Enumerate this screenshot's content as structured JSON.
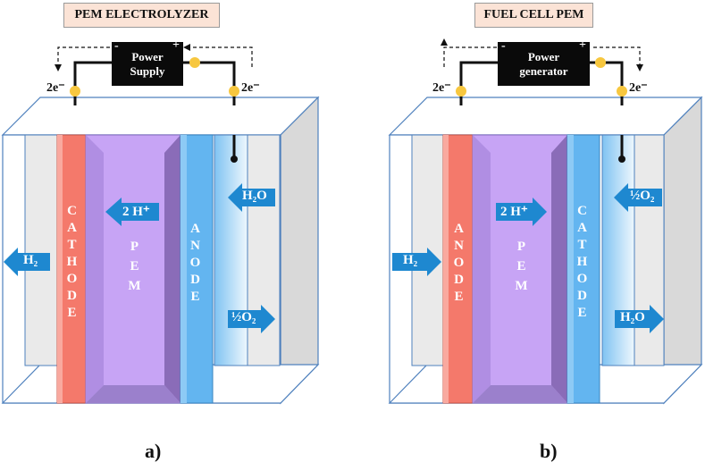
{
  "panel_a": {
    "title": "PEM ELECTROLYZER",
    "supply": [
      "Power",
      "Supply"
    ],
    "minus": "-",
    "plus": "+",
    "e_left": "2e⁻",
    "e_right": "2e⁻",
    "layer_left": "CATHODE",
    "layer_mid": "PEM",
    "layer_right": "ANODE",
    "proton": "2 H⁺",
    "h2": "H₂",
    "h2o": "H₂O",
    "o2": "½O₂",
    "caption": "a)"
  },
  "panel_b": {
    "title": "FUEL CELL PEM",
    "supply": [
      "Power",
      "generator"
    ],
    "minus": "-",
    "plus": "+",
    "e_left": "2e⁻",
    "e_right": "2e⁻",
    "layer_left": "ANODE",
    "layer_mid": "PEM",
    "layer_right": "CATHODE",
    "proton": "2 H⁺",
    "h2": "H₂",
    "o2": "½O₂",
    "h2o": "H₂O",
    "caption": "b)"
  },
  "colors": {
    "frame": "#4f81bd",
    "red_layer": "#f4796b",
    "pem_layer": "#c7a4f5",
    "blue_layer": "#63b5f0",
    "arrow": "#1e88d0",
    "title_bg": "#fbe3d6",
    "node": "#f7c73f"
  }
}
